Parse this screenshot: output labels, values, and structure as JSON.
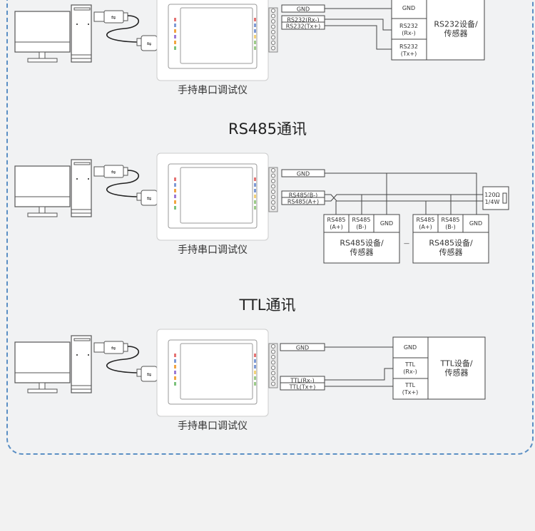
{
  "sections": [
    {
      "id": "rs232",
      "title": "",
      "device_caption": "手持串口调试仪",
      "terminal_labels": [
        "GND",
        "RS232(Rx-)",
        "RS232(Tx+)"
      ],
      "target_pins": [
        "GND",
        "RS232\n(Rx-)",
        "RS232\n(Tx+)"
      ],
      "target_pin_lines": [
        [
          "GND"
        ],
        [
          "RS232",
          "(Rx-)"
        ],
        [
          "RS232",
          "(Tx+)"
        ]
      ],
      "target_name_lines": [
        "RS232设备/",
        "传感器"
      ]
    },
    {
      "id": "rs485",
      "title": "RS485通讯",
      "device_caption": "手持串口调试仪",
      "terminal_labels": [
        "GND",
        "RS485(B-)",
        "RS485(A+)"
      ],
      "resistor_lines": [
        "120Ω",
        "1/4W"
      ],
      "target_devices": [
        {
          "pin_lines": [
            [
              "RS485",
              "(A+)"
            ],
            [
              "RS485",
              "(B-)"
            ],
            [
              "GND"
            ]
          ],
          "name_lines": [
            "RS485设备/",
            "传感器"
          ]
        },
        {
          "pin_lines": [
            [
              "RS485",
              "(A+)"
            ],
            [
              "RS485",
              "(B-)"
            ],
            [
              "GND"
            ]
          ],
          "name_lines": [
            "RS485设备/",
            "传感器"
          ]
        }
      ],
      "ellipsis": "—"
    },
    {
      "id": "ttl",
      "title": "TTL通讯",
      "device_caption": "手持串口调试仪",
      "terminal_labels": [
        "GND",
        "TTL(Rx-)",
        "TTL(Tx+)"
      ],
      "target_pin_lines": [
        [
          "GND"
        ],
        [
          "TTL",
          "(Rx-)"
        ],
        [
          "TTL",
          "(Tx+)"
        ]
      ],
      "target_name_lines": [
        "TTL设备/",
        "传感器"
      ]
    }
  ],
  "colors": {
    "frame_border": "#5b8fc4",
    "line": "#444444",
    "background": "#f2f2f2"
  }
}
